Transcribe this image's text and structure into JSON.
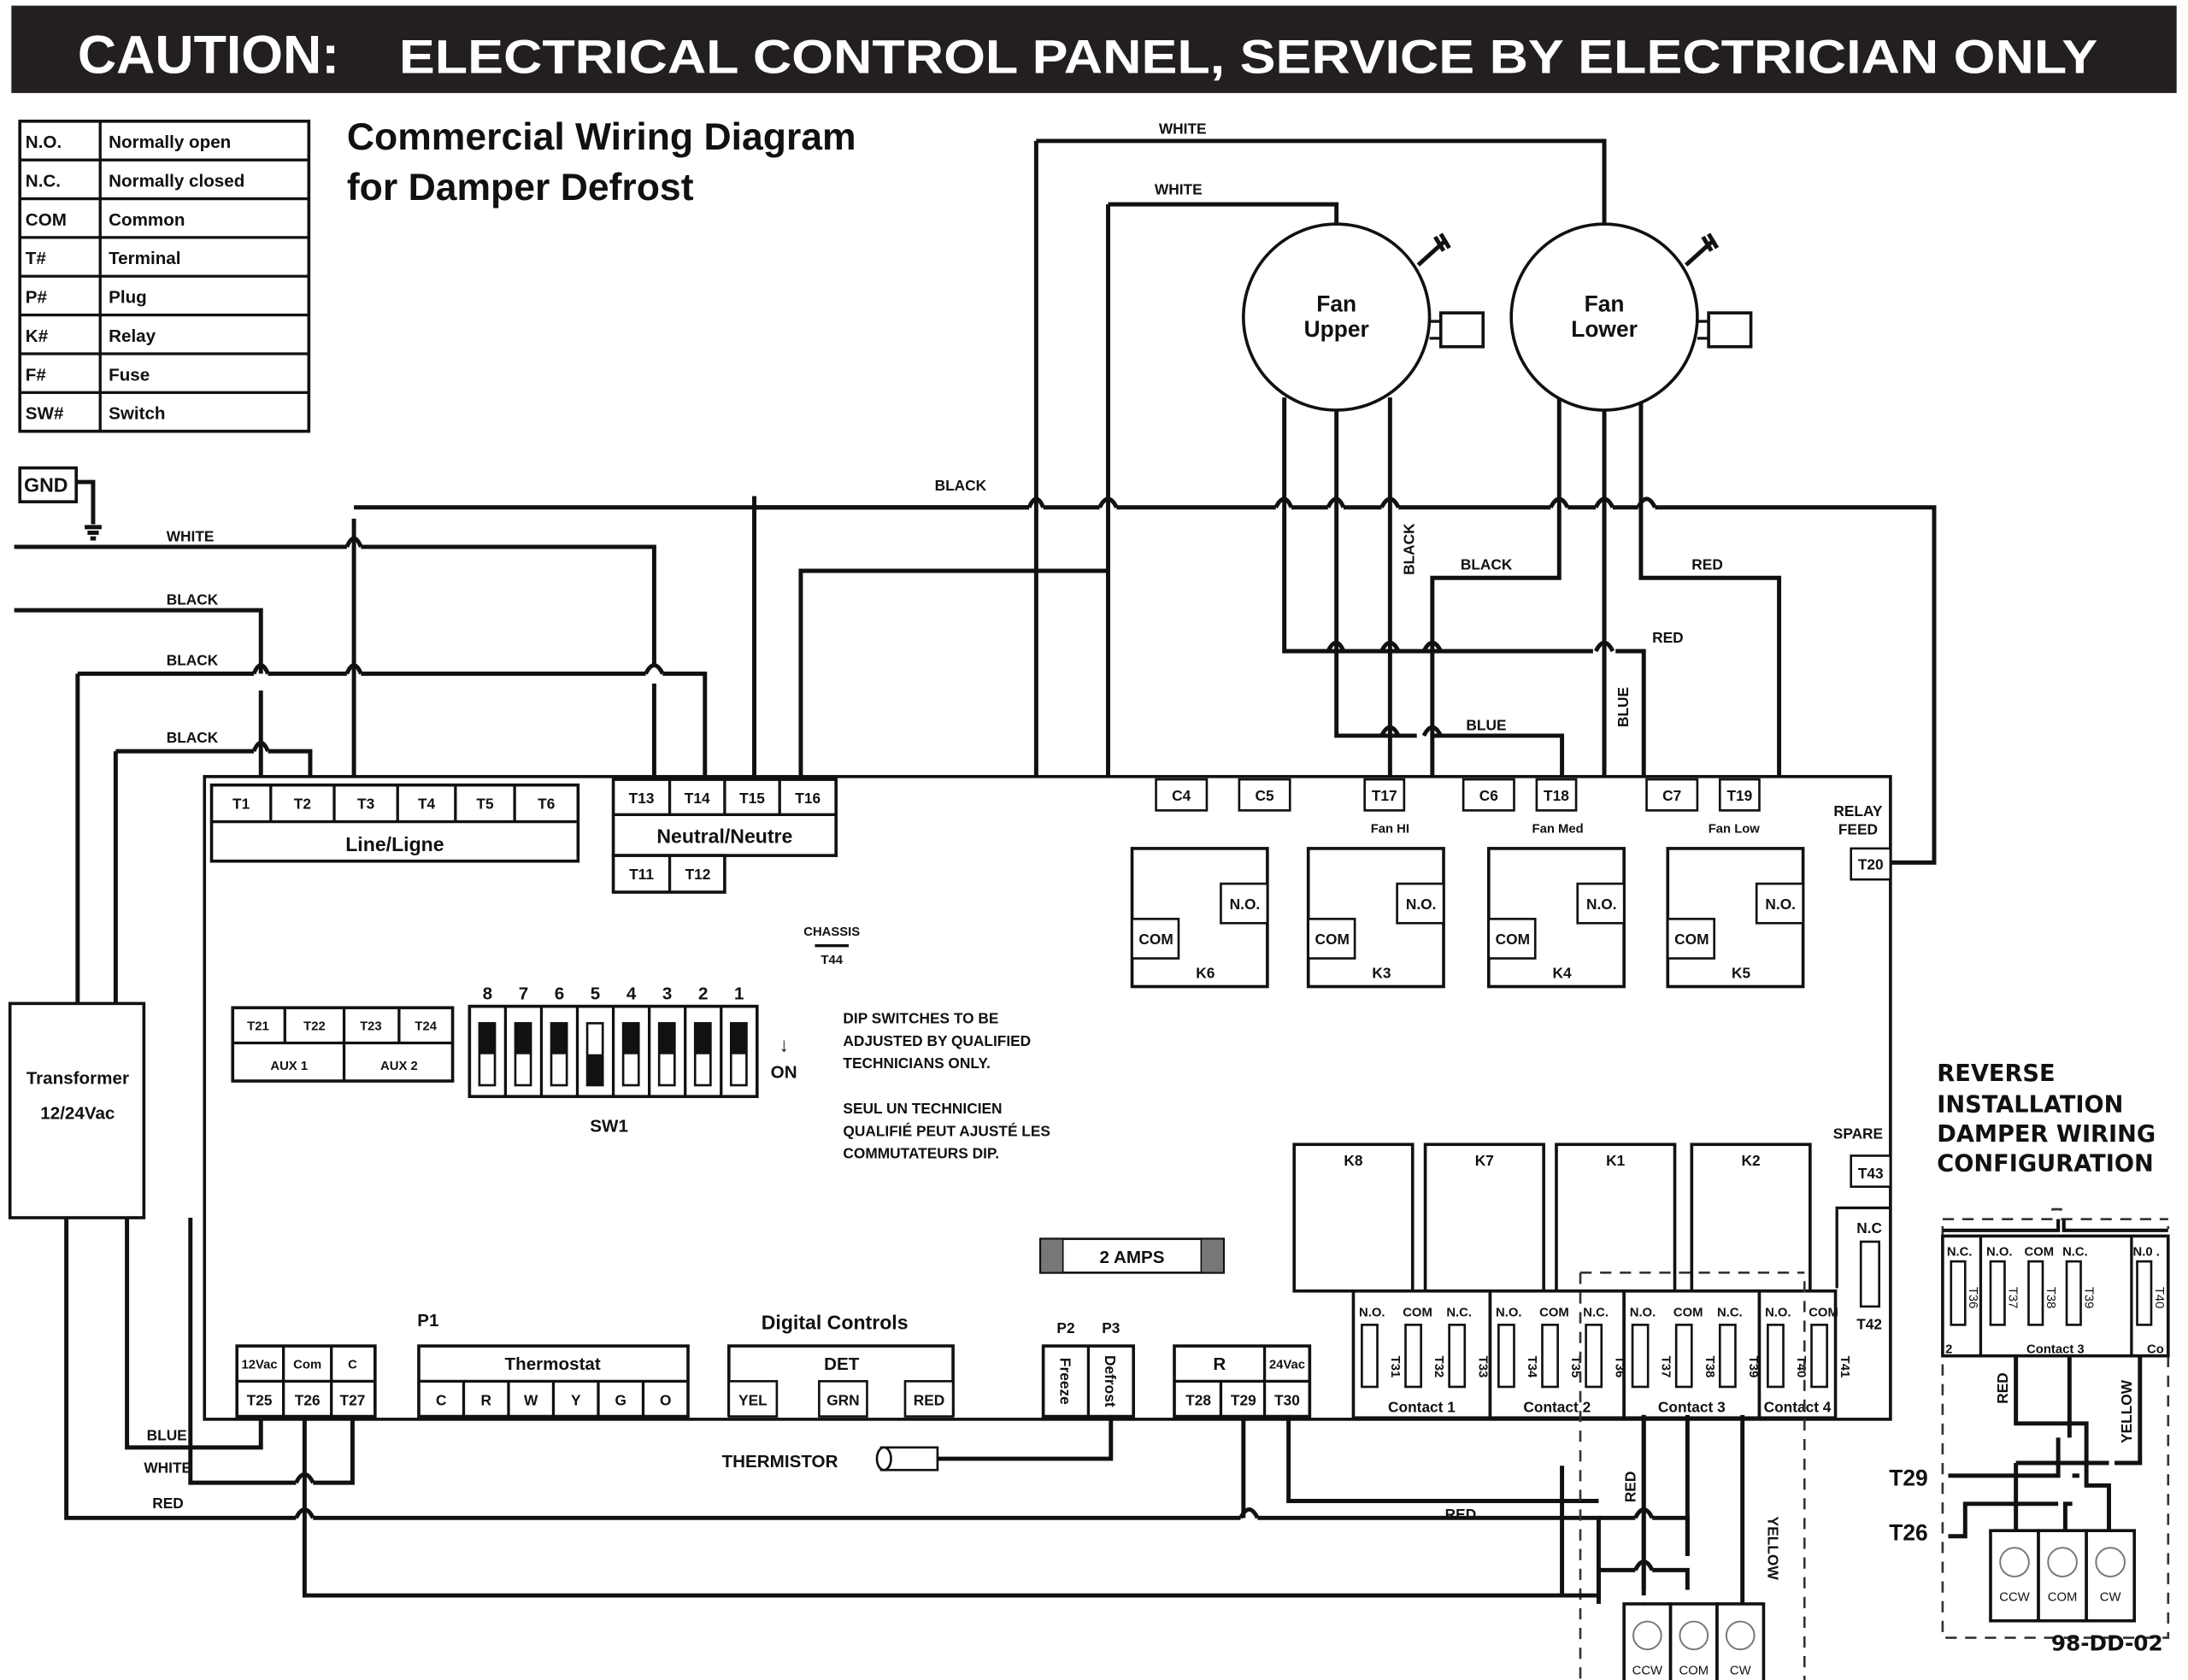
{
  "banner": {
    "caution": "CAUTION:",
    "message": "ELECTRICAL CONTROL PANEL, SERVICE BY ELECTRICIAN ONLY",
    "background_color": "#231f20"
  },
  "title": {
    "line1": "Commercial Wiring Diagram",
    "line2": "for Damper Defrost"
  },
  "legend": [
    {
      "abbr": "N.O.",
      "meaning": "Normally open"
    },
    {
      "abbr": "N.C.",
      "meaning": "Normally closed"
    },
    {
      "abbr": "COM",
      "meaning": "Common"
    },
    {
      "abbr": "T#",
      "meaning": "Terminal"
    },
    {
      "abbr": "P#",
      "meaning": "Plug"
    },
    {
      "abbr": "K#",
      "meaning": "Relay"
    },
    {
      "abbr": "F#",
      "meaning": "Fuse"
    },
    {
      "abbr": "SW#",
      "meaning": "Switch"
    }
  ],
  "gnd_label": "GND",
  "wire_labels": {
    "white_top": "WHITE",
    "white_second": "WHITE",
    "black_fan_bus": "BLACK",
    "white_left": "WHITE",
    "black_left_1": "BLACK",
    "black_left_2": "BLACK",
    "black_left_3": "BLACK",
    "black_vertical": "BLACK",
    "black_to_k4": "BLACK",
    "red_to_k5": "RED",
    "red_mid": "RED",
    "blue_mid": "BLUE",
    "blue_vertical": "BLUE",
    "blue_bottom": "BLUE",
    "white_bottom": "WHITE",
    "red_bottom": "RED",
    "red_t29": "RED",
    "red_damper": "RED",
    "yellow_damper": "YELLOW"
  },
  "fans": [
    {
      "line1": "Fan",
      "line2": "Upper"
    },
    {
      "line1": "Fan",
      "line2": "Lower"
    }
  ],
  "transformer": {
    "line1": "Transformer",
    "line2": "12/24Vac"
  },
  "line_block": {
    "terminals": [
      "T1",
      "T2",
      "T3",
      "T4",
      "T5",
      "T6"
    ],
    "label": "Line/Ligne"
  },
  "neutral_block": {
    "terminals": [
      "T13",
      "T14",
      "T15",
      "T16"
    ],
    "label": "Neutral/Neutre",
    "lower_terminals": [
      "T11",
      "T12"
    ]
  },
  "chassis": {
    "label": "CHASSIS",
    "terminal": "T44"
  },
  "capacitor_terminals": [
    "C4",
    "C5",
    "T17",
    "C6",
    "T18",
    "C7",
    "T19"
  ],
  "fan_speed_labels": [
    "Fan HI",
    "Fan Med",
    "Fan Low"
  ],
  "relay_feed": {
    "line1": "RELAY",
    "line2": "FEED",
    "terminal": "T20"
  },
  "upper_relays": [
    {
      "name": "K6",
      "no": "N.O.",
      "com": "COM"
    },
    {
      "name": "K3",
      "no": "N.O.",
      "com": "COM"
    },
    {
      "name": "K4",
      "no": "N.O.",
      "com": "COM"
    },
    {
      "name": "K5",
      "no": "N.O.",
      "com": "COM"
    }
  ],
  "aux": {
    "terminals": [
      "T21",
      "T22",
      "T23",
      "T24"
    ],
    "labels": [
      "AUX 1",
      "AUX 2"
    ]
  },
  "dip_switch": {
    "label": "SW1",
    "numbers": [
      "8",
      "7",
      "6",
      "5",
      "4",
      "3",
      "2",
      "1"
    ],
    "on_positions": [
      false,
      false,
      false,
      true,
      false,
      false,
      false,
      false
    ],
    "on_label": "ON",
    "arrow": "↓"
  },
  "dip_notice_en": [
    "DIP SWITCHES TO BE",
    "ADJUSTED BY QUALIFIED",
    "TECHNICIANS ONLY."
  ],
  "dip_notice_fr": [
    "SEUL UN TECHNICIEN",
    "QUALIFIÉ PEUT AJUSTÉ LES",
    "COMMUTATEURS DIP."
  ],
  "lower_relays": [
    "K8",
    "K7",
    "K1",
    "K2"
  ],
  "spare": {
    "label": "SPARE",
    "terminal": "T43"
  },
  "nc_t42": {
    "label": "N.C",
    "terminal": "T42"
  },
  "fuse": {
    "label": "2 AMPS"
  },
  "power_block": {
    "top": [
      "12Vac",
      "Com",
      "C"
    ],
    "terminals": [
      "T25",
      "T26",
      "T27"
    ]
  },
  "p1": {
    "plug": "P1",
    "label": "Thermostat",
    "terminals": [
      "C",
      "R",
      "W",
      "Y",
      "G",
      "O"
    ]
  },
  "digital_controls": {
    "title": "Digital Controls",
    "label": "DET",
    "terminals": [
      "YEL",
      "GRN",
      "RED"
    ]
  },
  "p2p3": {
    "plugs": [
      "P2",
      "P3"
    ],
    "labels": [
      "Freeze",
      "Defrost"
    ]
  },
  "thermistor": "THERMISTOR",
  "r_block": {
    "top": [
      "R",
      "24Vac"
    ],
    "terminals": [
      "T28",
      "T29",
      "T30"
    ]
  },
  "contacts": [
    {
      "label": "Contact 1",
      "pins": [
        {
          "type": "N.O.",
          "t": "T31"
        },
        {
          "type": "COM",
          "t": "T32"
        },
        {
          "type": "N.C.",
          "t": "T33"
        }
      ]
    },
    {
      "label": "Contact 2",
      "pins": [
        {
          "type": "N.O.",
          "t": "T34"
        },
        {
          "type": "COM",
          "t": "T35"
        },
        {
          "type": "N.C.",
          "t": "T36"
        }
      ]
    },
    {
      "label": "Contact 3",
      "pins": [
        {
          "type": "N.O.",
          "t": "T37"
        },
        {
          "type": "COM",
          "t": "T38"
        },
        {
          "type": "N.C.",
          "t": "T39"
        }
      ]
    },
    {
      "label": "Contact 4",
      "pins": [
        {
          "type": "N.O.",
          "t": "T40"
        },
        {
          "type": "COM",
          "t": "T41"
        }
      ]
    }
  ],
  "damper_motor": [
    "CCW",
    "COM",
    "CW"
  ],
  "reverse_config": {
    "title": [
      "REVERSE",
      "INSTALLATION",
      "DAMPER WIRING",
      "CONFIGURATION"
    ],
    "pins": [
      {
        "type": "N.C.",
        "t": "T36"
      },
      {
        "type": "N.O.",
        "t": "T37"
      },
      {
        "type": "COM",
        "t": "T38"
      },
      {
        "type": "N.C.",
        "t": "T39"
      },
      {
        "type": "N.0 .",
        "t": "T40"
      }
    ],
    "contact_left_fragment": "2",
    "contact_label": "Contact 3",
    "contact_right_fragment": "Co",
    "wire_red": "RED",
    "wire_yellow": "YELLOW",
    "terminal_t29": "T29",
    "terminal_t26": "T26",
    "motor": [
      "CCW",
      "COM",
      "CW"
    ]
  },
  "doc_code": "98-DD-02"
}
